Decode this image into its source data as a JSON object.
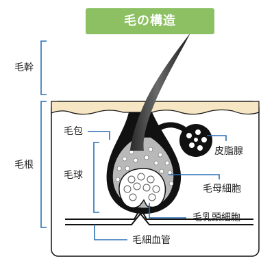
{
  "title": "毛の構造",
  "labels": {
    "hair_shaft": "毛幹",
    "hair_root": "毛根",
    "hair_follicle": "毛包",
    "hair_bulb": "毛球",
    "sebaceous_gland": "皮脂腺",
    "hair_matrix_cells": "毛母細胞",
    "dermal_papilla_cells": "毛乳頭細胞",
    "capillary": "毛細血管"
  },
  "colors": {
    "title_bg": "#8cc063",
    "title_text": "#ffffff",
    "bracket_line": "#2a6fb5",
    "skin_surface": "#f6e6c4",
    "hair": "#1c1c1c",
    "matrix_fill": "#b9b9b9",
    "outline": "#111111"
  }
}
